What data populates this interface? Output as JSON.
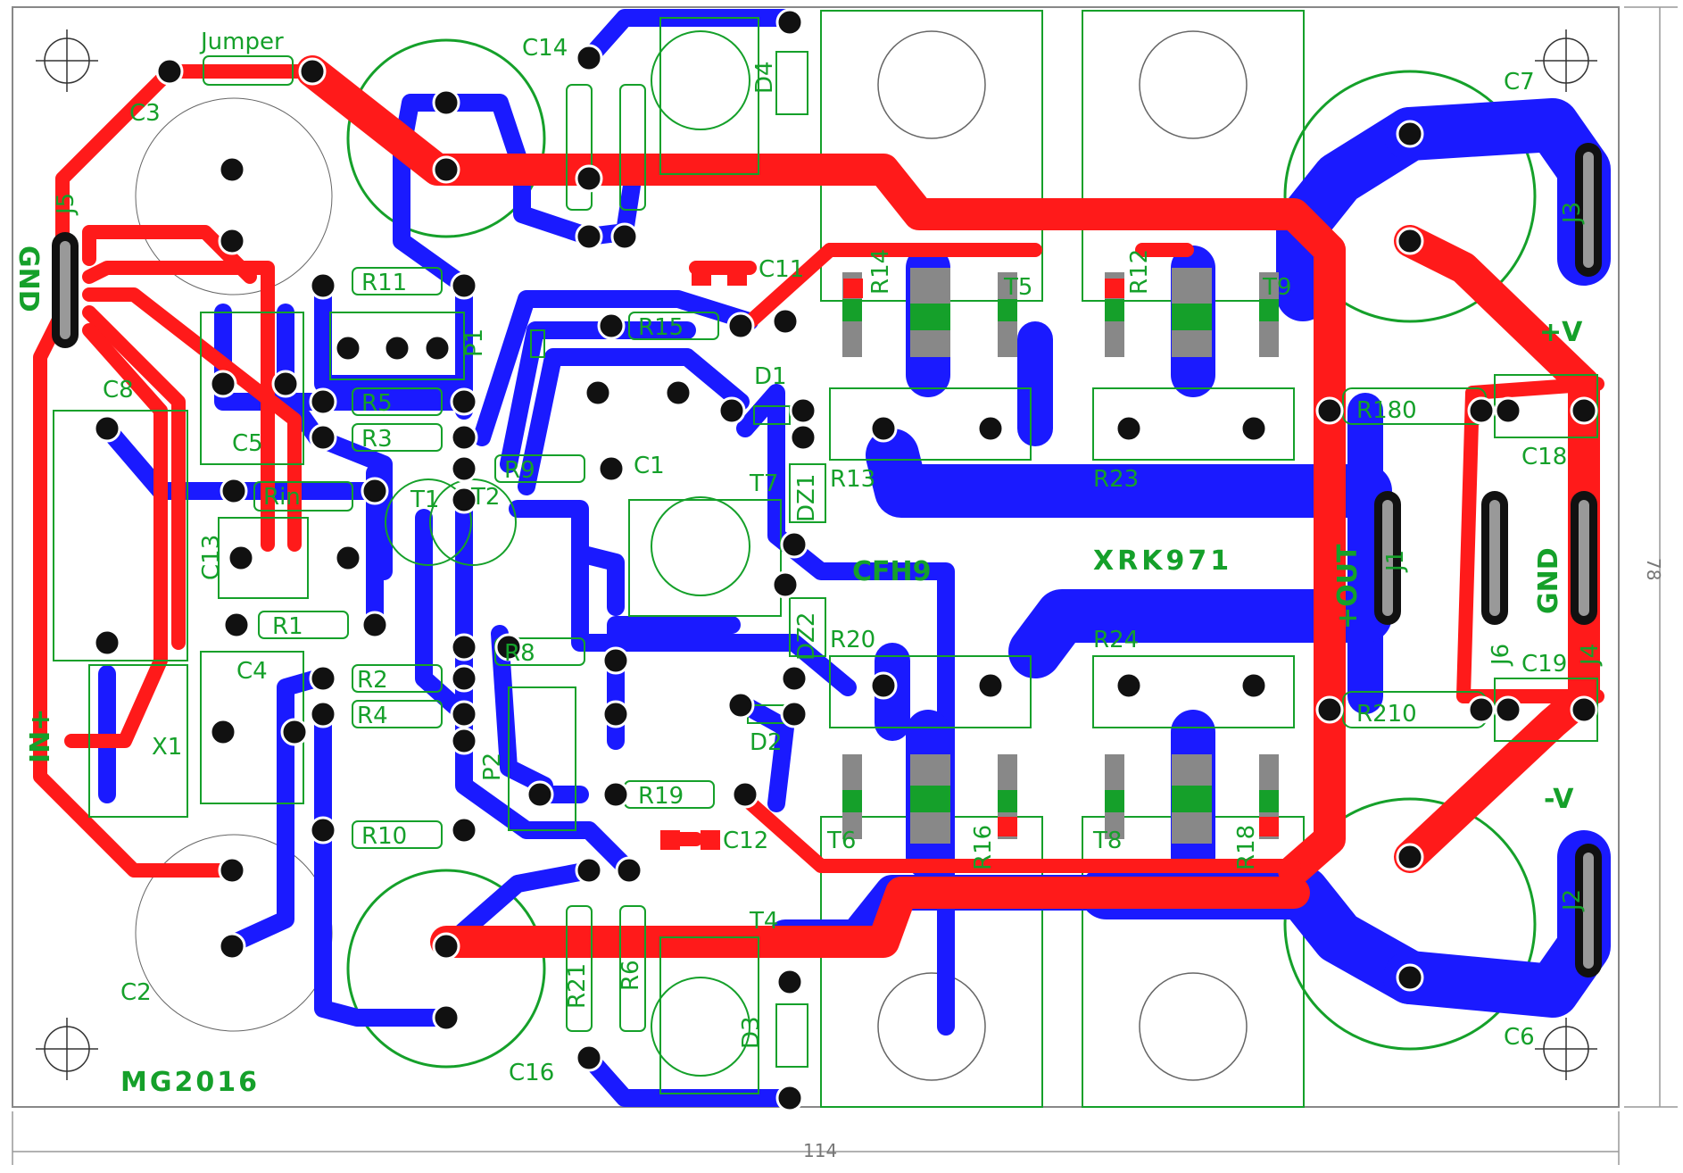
{
  "board": {
    "author_tag": "MG2016",
    "board_title": "CFH9",
    "board_subtitle": "XRK971",
    "width_dimension": "114",
    "height_dimension": "78"
  },
  "connectors": {
    "pos_supply": "+V",
    "neg_supply": "-V",
    "output": "+OUT",
    "ground_right": "GND",
    "ground_left": "GND",
    "input": "IN+"
  },
  "parts": [
    "Jumper",
    "C3",
    "C14",
    "D4",
    "C7",
    "J5",
    "R11",
    "P1",
    "R15",
    "D1",
    "C11",
    "R14",
    "T5",
    "R12",
    "T9",
    "J3",
    "C8",
    "C5",
    "R5",
    "R3",
    "R9",
    "C1",
    "R13",
    "R23",
    "R180",
    "C18",
    "Rin",
    "T1",
    "T2",
    "T7",
    "DZ1",
    "J1",
    "J6",
    "J4",
    "C13",
    "R1",
    "R8",
    "DZ2",
    "R20",
    "R24",
    "C4",
    "R2",
    "R4",
    "X1",
    "D2",
    "R210",
    "C19",
    "P2",
    "R19",
    "T6",
    "T8",
    "R10",
    "C12",
    "R16",
    "R18",
    "T4",
    "J2",
    "C2",
    "R21",
    "R6",
    "D3",
    "C16",
    "C6"
  ],
  "colors": {
    "top_copper": "#ff1a1a",
    "bottom_copper": "#1a1aff",
    "silkscreen": "#15a02a",
    "pad_fill": "#111111",
    "outline": "#888888"
  }
}
